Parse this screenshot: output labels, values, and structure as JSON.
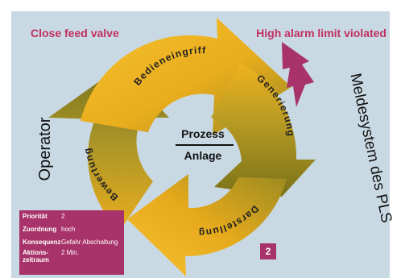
{
  "slide": {
    "top_left_note": "Close feed valve",
    "top_right_note": "High alarm limit violated",
    "left_actor": "Operator",
    "right_actor": "Meldesystem des PLS",
    "center_top": "Prozess",
    "center_bottom": "Anlage",
    "page_number": "2"
  },
  "cycle": {
    "step_top": "Bedieneingriff",
    "step_right": "Generierung",
    "step_bottom": "Darstellung",
    "step_left": "Bewertung"
  },
  "info_table": {
    "rows": [
      {
        "key": "Priorität",
        "value": "2"
      },
      {
        "key": "Zuordnung",
        "value": "hoch"
      },
      {
        "key": "Konsequenz",
        "value": "Gefahr Abschaltung"
      },
      {
        "key": "Aktions-zeitraum",
        "value": "2 Min."
      }
    ]
  },
  "colors": {
    "background": "#c9d9e3",
    "red_text": "#c03060",
    "arrow_yellow": "#f2b21c",
    "arrow_olive": "#8a7a1c",
    "magenta": "#a8336a"
  }
}
